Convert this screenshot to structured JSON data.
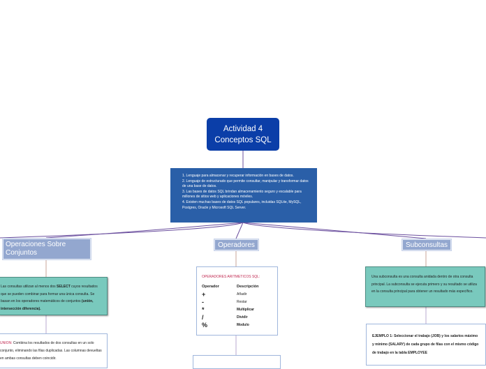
{
  "root": {
    "line1": "Actividad 4",
    "line2": "Conceptos SQL"
  },
  "description": [
    "1. Lenguaje para almacenar y recuperar información en bases de datos.",
    "2. Lenguaje de estructurado que permite consultar, manipular y transformar datos de una base de datos.",
    "3. Las bases de datos SQL brindan almacenamiento seguro y escalable para millones de sitios web y aplicaciones móviles.",
    "4. Existen muchas bases de datos SQL populares, incluidas SQLite, MySQL, Postgres, Oracle y Microsoft SQL Server."
  ],
  "categories": {
    "conjuntos": "Operaciones Sobre Conjuntos",
    "operadores": "Operadores",
    "subconsultas": "Subconsultas"
  },
  "conjuntos_note": {
    "p1": "Las consultas utilizan al menos dos ",
    "p1_bold": "SELECT",
    "p1_end": " cuyos resultados que se pueden combinar para formar una única consulta. Se basan en los operadores matemáticos de conjuntos ",
    "p1_bold2": "(unión, intersección diferencia)."
  },
  "union_note": {
    "label": "UNION:",
    "text": " Combina los resultados de dos consultas en un solo conjunto, eliminando las filas duplicadas. Las columnas devueltas en ambas consultas deben coincidir."
  },
  "operadores_card": {
    "heading": "OPERADORES ARITMETICOS SQL:",
    "col_op": "Operador",
    "col_desc": "Descripción",
    "rows": [
      {
        "op": "+",
        "desc": "Añadir"
      },
      {
        "op": "-",
        "desc": "Restar"
      },
      {
        "op": "*",
        "desc": "Multiplicar"
      },
      {
        "op": "/",
        "desc": "Dividir"
      },
      {
        "op": "%",
        "desc": "Modulo"
      }
    ]
  },
  "subconsultas_note": "Una subconsulta es una consulta anidada dentro de otra consulta principal. La subconsulta se ejecuta primero y su resultado se utiliza en la consulta principal para obtener un resultado más específico.",
  "ejemplo": "EJEMPLO 1: Seleccionar el trabajo (JOB) y los salarios máximo y mínimo (SALARY) de cada grupo de filas con el mismo código de trabajo en la tabla EMPLOYEE",
  "colors": {
    "root": "#0b3ea8",
    "description": "#2a5fa8",
    "category": "#93a7cf",
    "note": "#79c9bd",
    "connector": "#6b4f9e",
    "accent_red": "#c02850"
  }
}
